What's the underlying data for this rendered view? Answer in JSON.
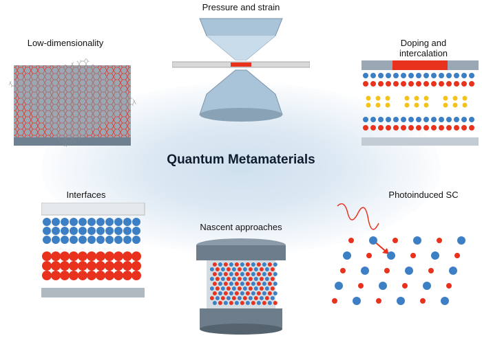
{
  "title": "Quantum Metamaterials",
  "panels": {
    "pressure": "Pressure and strain",
    "lowdim": "Low-dimensionality",
    "doping_line1": "Doping and",
    "doping_line2": "intercalation",
    "interfaces": "Interfaces",
    "nascent": "Nascent approaches",
    "photo": "Photoinduced SC"
  },
  "colors": {
    "red": "#e8321e",
    "blue": "#3d7fc4",
    "yellow": "#f2c31c",
    "gray": "#9aa8b5",
    "glow": "#cfe0ee"
  }
}
